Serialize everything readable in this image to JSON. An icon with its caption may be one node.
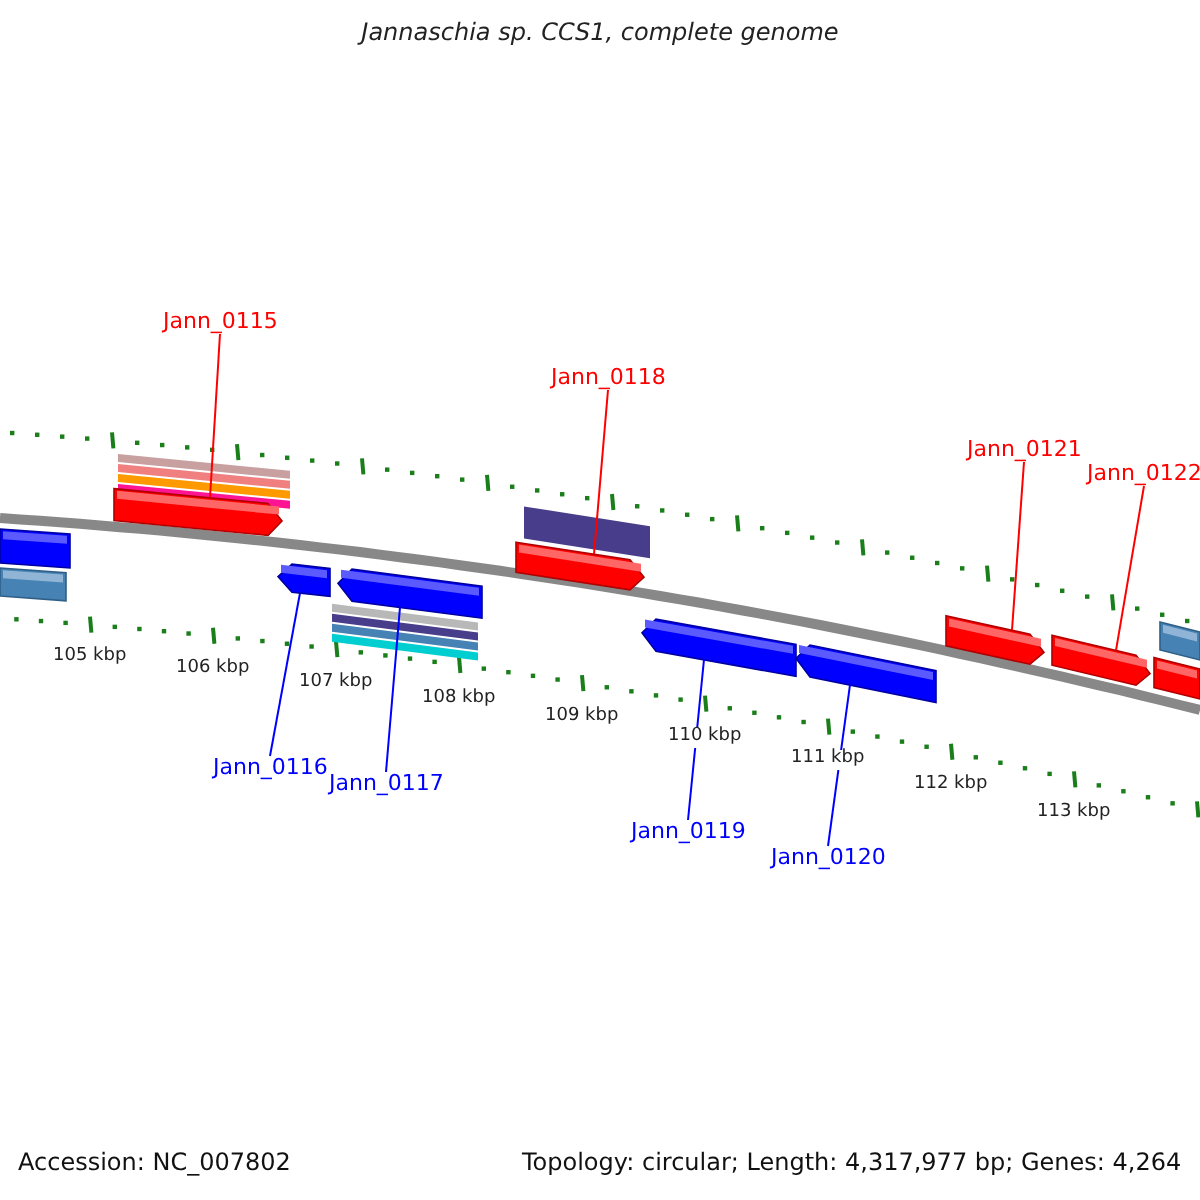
{
  "diagram": {
    "title": "Jannaschia sp. CCS1, complete genome",
    "nodes": [
      {
        "text": [
          "Jann_0115"
        ]
      },
      {
        "text": [],
        "shape": "bar"
      },
      {
        "text": [
          "Jann_0118"
        ]
      },
      {
        "text": [],
        "shape": "bar"
      },
      {
        "text": [
          "Jann_0121"
        ]
      },
      {
        "text": [],
        "shape": "bar"
      },
      {
        "text": [
          "Jann_0122"
        ]
      },
      {
        "text": [],
        "shape": "bar"
      },
      {
        "text": [
          "Jann_0116"
        ]
      },
      {
        "text": [],
        "shape": "bar"
      },
      {
        "text": [
          "Jann_0117"
        ]
      },
      {
        "text": [],
        "shape": "bar"
      },
      {
        "text": [
          "Jann_0119"
        ]
      },
      {
        "text": [],
        "shape": "bar"
      },
      {
        "text": [
          "Jann_0120"
        ]
      },
      {
        "text": [],
        "shape": "bar"
      }
    ],
    "edges": [
      {
        "from": 0,
        "to": 1,
        "arrow": "none",
        "color": "#ff0000"
      },
      {
        "from": 2,
        "to": 3,
        "arrow": "none",
        "color": "#ff0000"
      },
      {
        "from": 4,
        "to": 5,
        "arrow": "none",
        "color": "#ff0000"
      },
      {
        "from": 6,
        "to": 7,
        "arrow": "none",
        "color": "#ff0000"
      },
      {
        "from": 8,
        "to": 9,
        "arrow": "none",
        "color": "#0000ff"
      },
      {
        "from": 10,
        "to": 11,
        "arrow": "none",
        "color": "#0000ff"
      },
      {
        "from": 12,
        "to": 13,
        "arrow": "none",
        "color": "#0000ff"
      },
      {
        "from": 14,
        "to": 15,
        "arrow": "none",
        "color": "#0000ff"
      }
    ],
    "labels": [
      "105 kbp",
      "106 kbp",
      "107 kbp",
      "108 kbp",
      "109 kbp",
      "110 kbp",
      "111 kbp",
      "112 kbp",
      "113 kbp",
      "Accession: NC_007802",
      "Topology: circular; Length: 4,317,977 bp; Genes: 4,264"
    ]
  }
}
